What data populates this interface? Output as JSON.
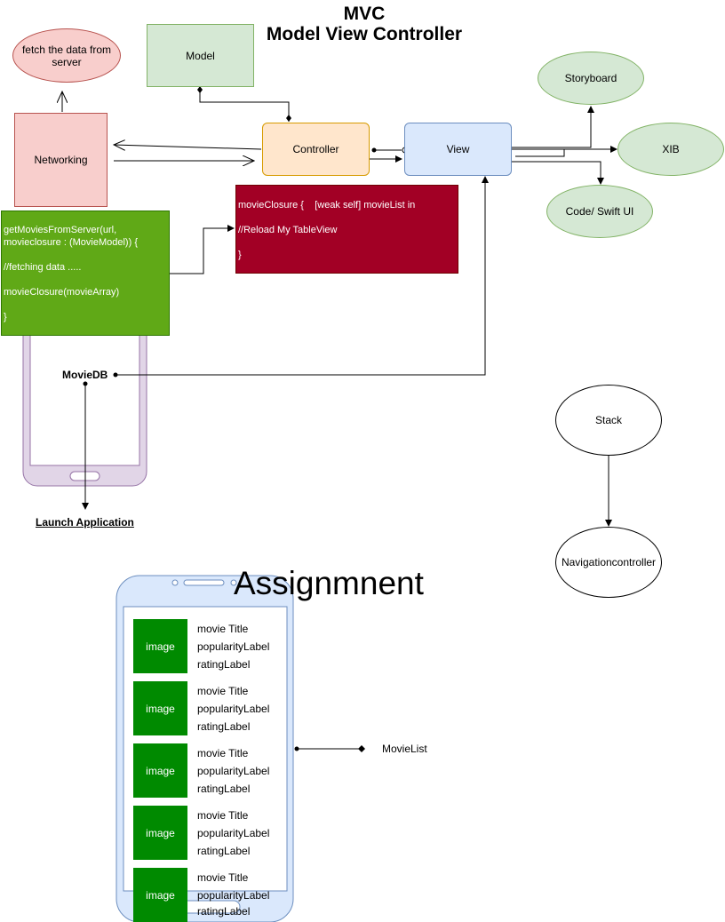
{
  "title": {
    "line1": "MVC",
    "line2": "Model View Controller"
  },
  "nodes": {
    "fetch_label": "fetch the data from server",
    "model": "Model",
    "networking": "Networking",
    "controller": "Controller",
    "view": "View",
    "storyboard": "Storyboard",
    "xib": "XIB",
    "code_swiftui": "Code/ Swift UI",
    "stack": "Stack",
    "navigation": "Navigationcontroller"
  },
  "code_green": [
    "getMoviesFromServer(url, movieclosure : (MovieModel)) {",
    "//fetching data .....",
    "movieClosure(movieArray)",
    "}"
  ],
  "code_red": [
    "movieClosure {    [weak self] movieList in",
    "//Reload My TableView",
    "}"
  ],
  "phone_top": {
    "label": "MovieDB",
    "launch": "Launch Application"
  },
  "assignment": {
    "heading": "Assignmnent",
    "movie_list_label": "MovieList",
    "rows": [
      {
        "image": "image",
        "title": "movie Title",
        "popularity": "popularityLabel",
        "rating": "ratingLabel"
      },
      {
        "image": "image",
        "title": "movie Title",
        "popularity": "popularityLabel",
        "rating": "ratingLabel"
      },
      {
        "image": "image",
        "title": "movie Title",
        "popularity": "popularityLabel",
        "rating": "ratingLabel"
      },
      {
        "image": "image",
        "title": "movie Title",
        "popularity": "popularityLabel",
        "rating": "ratingLabel"
      },
      {
        "image": "image",
        "title": "movie Title",
        "popularity": "popularityLabel",
        "rating": "ratingLabel"
      }
    ]
  },
  "colors": {
    "model_fill": "#d5e8d4",
    "model_stroke": "#82b366",
    "networking_fill": "#f8cecc",
    "networking_stroke": "#b85450",
    "controller_fill": "#ffe6cc",
    "controller_stroke": "#d79b00",
    "view_fill": "#dae8fc",
    "view_stroke": "#6c8ebf",
    "code_green": "#60a917",
    "code_red": "#a20025",
    "phone_purple_fill": "#e1d5e7",
    "phone_purple_stroke": "#9673a6",
    "cell_green": "#008a00"
  }
}
